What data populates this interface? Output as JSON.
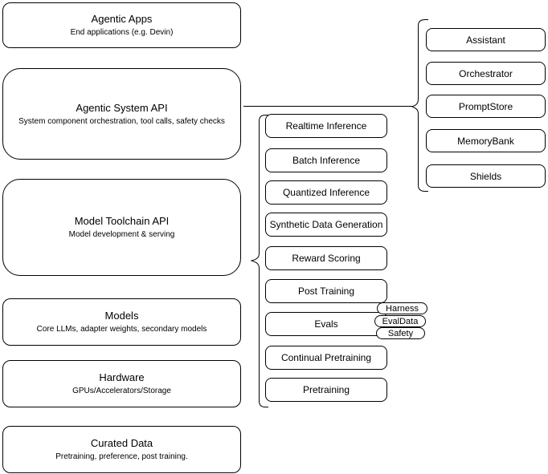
{
  "diagram": {
    "colors": {
      "stroke": "#000000",
      "background": "#ffffff",
      "text": "#000000"
    },
    "stack": [
      {
        "title": "Agentic Apps",
        "subtitle": "End applications (e.g. Devin)"
      },
      {
        "title": "Agentic System API",
        "subtitle": "System component orchestration, tool calls, safety checks"
      },
      {
        "title": "Model Toolchain API",
        "subtitle": "Model development & serving"
      },
      {
        "title": "Models",
        "subtitle": "Core LLMs, adapter weights, secondary models"
      },
      {
        "title": "Hardware",
        "subtitle": "GPUs/Accelerators/Storage"
      },
      {
        "title": "Curated Data",
        "subtitle": "Pretraining, preference, post training."
      }
    ],
    "toolchain": {
      "items": [
        "Realtime Inference",
        "Batch Inference",
        "Quantized Inference",
        "Synthetic Data Generation",
        "Reward Scoring",
        "Post Training",
        "Evals",
        "Continual Pretraining",
        "Pretraining"
      ]
    },
    "evals_badges": [
      "Harness",
      "EvalData",
      "Safety"
    ],
    "components": {
      "items": [
        "Assistant",
        "Orchestrator",
        "PromptStore",
        "MemoryBank",
        "Shields"
      ]
    }
  }
}
